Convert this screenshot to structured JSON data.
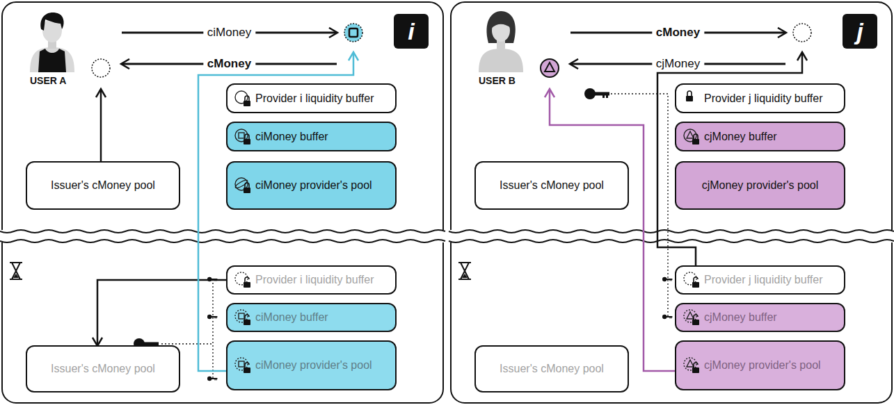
{
  "diagram": {
    "nodes": [
      {
        "text": [
          "USER A"
        ]
      },
      {
        "text": [
          "i"
        ]
      },
      {
        "text": [
          "Issuer's cMoney pool"
        ]
      },
      {
        "text": [
          "Provider i liquidity buffer"
        ]
      },
      {
        "text": [
          "ciMoney buffer"
        ]
      },
      {
        "text": [
          "ciMoney provider's pool"
        ]
      },
      {
        "text": [
          "Provider i liquidity buffer"
        ]
      },
      {
        "text": [
          "ciMoney buffer"
        ]
      },
      {
        "text": [
          "ciMoney provider's pool"
        ]
      },
      {
        "text": [
          "Issuer's cMoney pool"
        ]
      },
      {
        "text": [
          "USER B"
        ]
      },
      {
        "text": [
          "j"
        ]
      },
      {
        "text": [
          "Issuer's cMoney pool"
        ]
      },
      {
        "text": [
          "Provider j liquidity buffer"
        ]
      },
      {
        "text": [
          "cjMoney buffer"
        ]
      },
      {
        "text": [
          "cjMoney provider's pool"
        ]
      },
      {
        "text": [
          "Provider j liquidity buffer"
        ]
      },
      {
        "text": [
          "cjMoney buffer"
        ]
      },
      {
        "text": [
          "cjMoney provider's pool"
        ]
      },
      {
        "text": [
          "Issuer's cMoney pool"
        ]
      }
    ],
    "edges": [
      {
        "from": 0,
        "to": 1,
        "label": "ciMoney",
        "arrow": "to"
      },
      {
        "from": 1,
        "to": 0,
        "label": "cMoney",
        "arrow": "to"
      },
      {
        "from": 2,
        "to": 0,
        "arrow": "to"
      },
      {
        "from": 6,
        "to": 9,
        "arrow": "to"
      },
      {
        "from": 8,
        "to": 1,
        "arrow": "to"
      },
      {
        "from": 10,
        "to": 11,
        "label": "cMoney",
        "arrow": "to"
      },
      {
        "from": 11,
        "to": 10,
        "label": "cjMoney",
        "arrow": "to"
      },
      {
        "from": 16,
        "to": 11,
        "arrow": "to"
      },
      {
        "from": 18,
        "to": 10,
        "arrow": "to"
      }
    ]
  }
}
